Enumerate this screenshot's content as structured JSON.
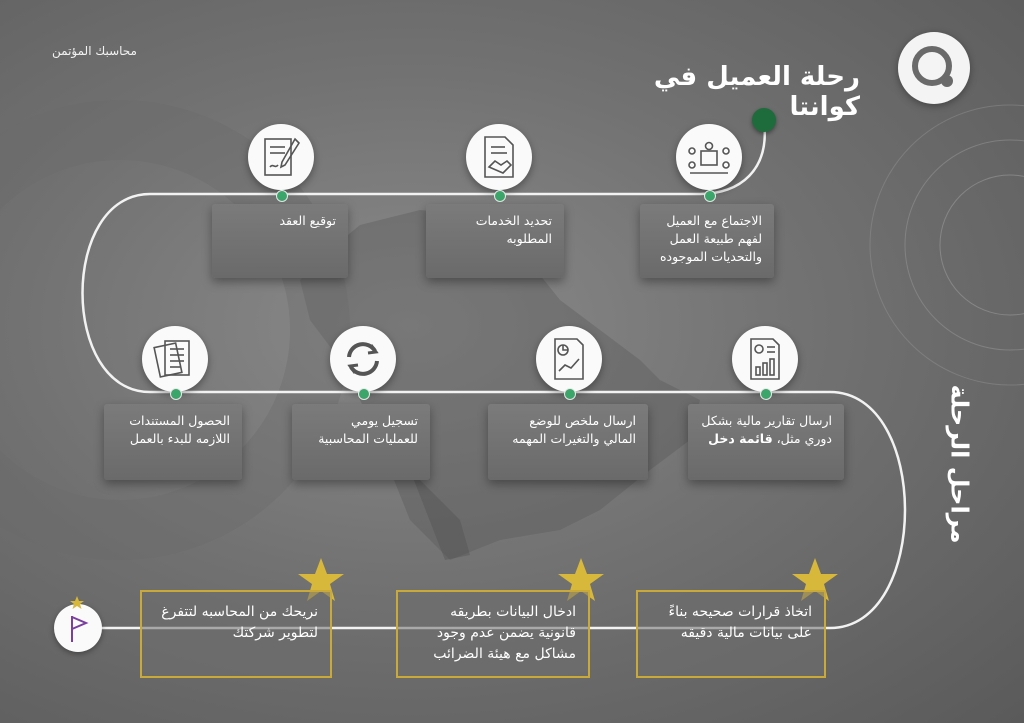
{
  "header": {
    "brand_text": "محاسبك المؤتمن",
    "title": "رحلة العميل في كوانتا",
    "vertical_title": "مراحل الرحلة"
  },
  "row1": [
    {
      "icon": "meeting-icon",
      "text": "الاجتماع مع العميل لفهم طبيعة العمل والتحديات الموجوده"
    },
    {
      "icon": "handshake-document-icon",
      "text": "تحديد الخدمات المطلوبه"
    },
    {
      "icon": "contract-sign-icon",
      "text": "توقيع العقد"
    }
  ],
  "row2": [
    {
      "icon": "financial-report-icon",
      "text_plain": "ارسال تقارير مالية بشكل دوري مثل،",
      "text_bold": "قائمة دخل"
    },
    {
      "icon": "summary-chart-icon",
      "text": "ارسال ملخص للوضع المالي والتغيرات المهمه"
    },
    {
      "icon": "refresh-cycle-icon",
      "text": "تسجيل يومي للعمليات المحاسبية"
    },
    {
      "icon": "documents-icon",
      "text": "الحصول المستندات اللازمه للبدء بالعمل"
    }
  ],
  "row3": [
    {
      "icon": "star-icon",
      "text": "اتخاذ قرارات صحيحه بناءً على بيانات مالية دقيقه"
    },
    {
      "icon": "star-icon",
      "text": "ادخال البيانات بطريقه قانونية يضمن عدم وجود مشاكل مع هيئة الضرائب"
    },
    {
      "icon": "star-icon",
      "text": "نريحك من المحاسبه لتتفرغ لتطوير شركتك"
    }
  ],
  "colors": {
    "accent_green": "#3ba56a",
    "start_dot": "#1e6b3c",
    "gold": "#c9a93a",
    "flag": "#7a3fa0"
  }
}
